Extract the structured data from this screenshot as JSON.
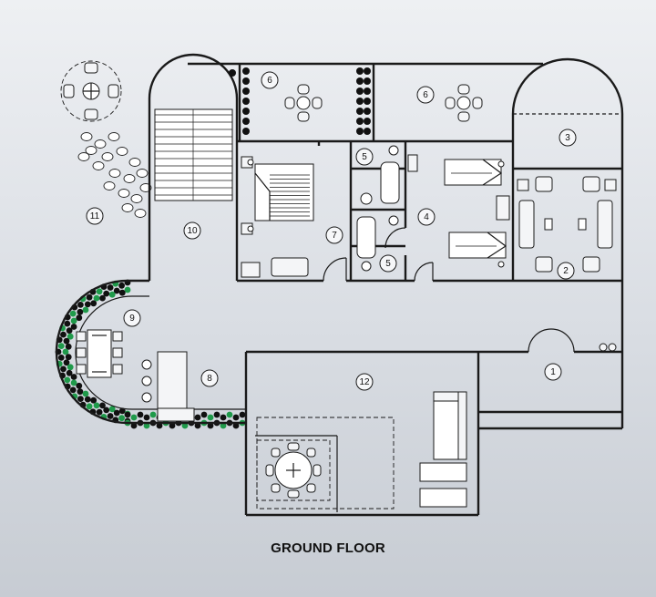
{
  "floor_title": "GROUND FLOOR",
  "room_labels": [
    {
      "id": "1",
      "text": "1"
    },
    {
      "id": "2",
      "text": "2"
    },
    {
      "id": "3",
      "text": "3"
    },
    {
      "id": "4",
      "text": "4"
    },
    {
      "id": "5a",
      "text": "5"
    },
    {
      "id": "5b",
      "text": "5"
    },
    {
      "id": "6a",
      "text": "6"
    },
    {
      "id": "6b",
      "text": "6"
    },
    {
      "id": "7",
      "text": "7"
    },
    {
      "id": "8",
      "text": "8"
    },
    {
      "id": "9",
      "text": "9"
    },
    {
      "id": "10",
      "text": "10"
    },
    {
      "id": "11",
      "text": "11"
    },
    {
      "id": "12",
      "text": "12"
    }
  ],
  "colors": {
    "line": "#1a1a1a",
    "planting_green": "#1f9a4a",
    "background_top": "#eef0f3",
    "background_bottom": "#c7ccd3"
  }
}
